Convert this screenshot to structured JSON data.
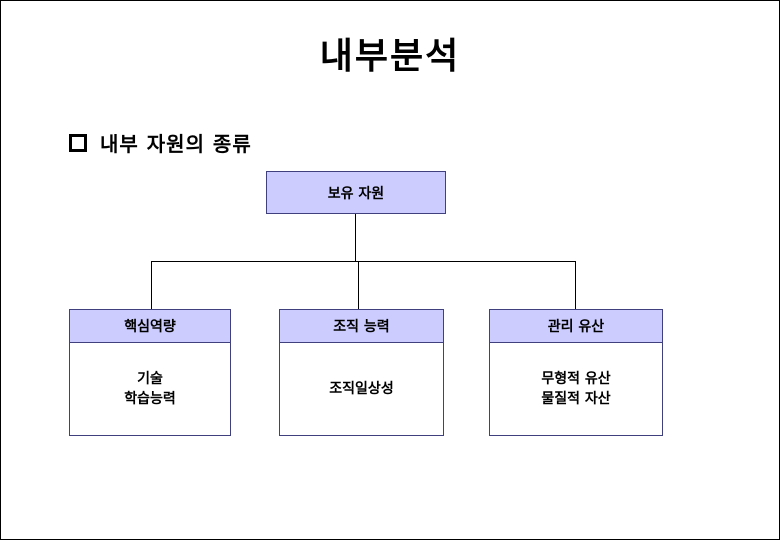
{
  "slide": {
    "title": "내부분석",
    "bullet": {
      "marker_icon": "square-bullet",
      "text": "내부 자원의 종류"
    }
  },
  "diagram": {
    "type": "tree",
    "root": {
      "label": "보유 자원"
    },
    "children": [
      {
        "header": "핵심역량",
        "body_lines": [
          "기술",
          "학습능력"
        ]
      },
      {
        "header": "조직 능력",
        "body_lines": [
          "조직일상성"
        ]
      },
      {
        "header": "관리 유산",
        "body_lines": [
          "무형적 유산",
          "물질적 자산"
        ]
      }
    ]
  },
  "colors": {
    "node_fill": "#ccccff",
    "node_border": "#40407e",
    "connector_line": "#000000",
    "text": "#000000",
    "background": "#ffffff"
  }
}
